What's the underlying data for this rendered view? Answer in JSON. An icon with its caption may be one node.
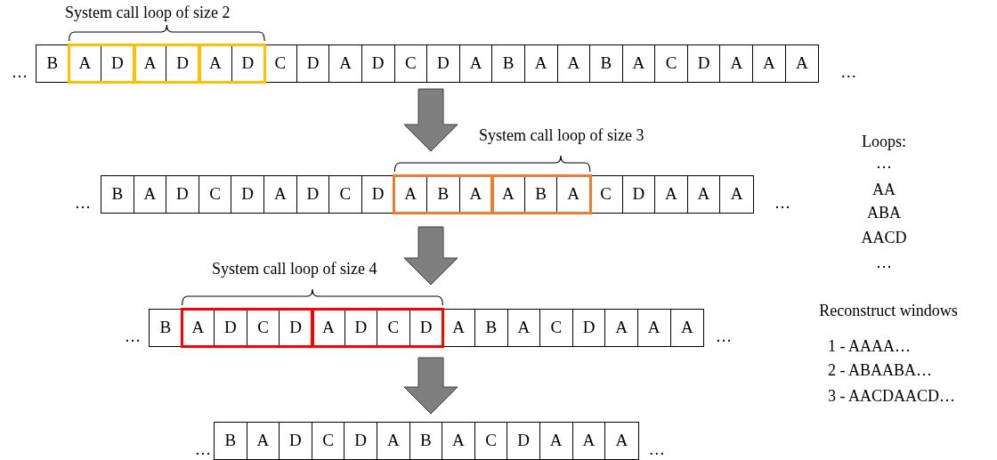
{
  "diagram": {
    "nodes": [
      {
        "text": [],
        "shape": "bar",
        "beside": [
          "…",
          "…"
        ]
      },
      {
        "text": [
          "B"
        ],
        "in": 0
      },
      {
        "text": [],
        "shape": "box",
        "in": 0
      },
      {
        "text": [
          "A"
        ],
        "in": 2
      },
      {
        "text": [
          "D"
        ],
        "in": 2
      },
      {
        "text": [],
        "shape": "box",
        "in": 0
      },
      {
        "text": [
          "A"
        ],
        "in": 5
      },
      {
        "text": [
          "D"
        ],
        "in": 5
      },
      {
        "text": [],
        "shape": "box",
        "in": 0
      },
      {
        "text": [
          "A"
        ],
        "in": 8
      },
      {
        "text": [
          "D"
        ],
        "in": 8
      },
      {
        "text": [
          "C"
        ],
        "in": 0
      },
      {
        "text": [
          "D"
        ],
        "in": 0
      },
      {
        "text": [
          "A"
        ],
        "in": 0
      },
      {
        "text": [
          "D"
        ],
        "in": 0
      },
      {
        "text": [
          "C"
        ],
        "in": 0
      },
      {
        "text": [
          "D"
        ],
        "in": 0
      },
      {
        "text": [
          "A"
        ],
        "in": 0
      },
      {
        "text": [
          "B"
        ],
        "in": 0
      },
      {
        "text": [
          "A"
        ],
        "in": 0
      },
      {
        "text": [
          "A"
        ],
        "in": 0
      },
      {
        "text": [
          "B"
        ],
        "in": 0
      },
      {
        "text": [
          "A"
        ],
        "in": 0
      },
      {
        "text": [
          "C"
        ],
        "in": 0
      },
      {
        "text": [
          "D"
        ],
        "in": 0
      },
      {
        "text": [
          "A"
        ],
        "in": 0
      },
      {
        "text": [
          "A"
        ],
        "in": 0
      },
      {
        "text": [
          "A"
        ],
        "in": 0
      },
      {
        "text": [],
        "shape": "bar",
        "beside": [
          "…",
          "…"
        ]
      },
      {
        "text": [
          "B"
        ],
        "in": 28
      },
      {
        "text": [
          "A"
        ],
        "in": 28
      },
      {
        "text": [
          "D"
        ],
        "in": 28
      },
      {
        "text": [
          "C"
        ],
        "in": 28
      },
      {
        "text": [
          "D"
        ],
        "in": 28
      },
      {
        "text": [
          "A"
        ],
        "in": 28
      },
      {
        "text": [
          "D"
        ],
        "in": 28
      },
      {
        "text": [
          "C"
        ],
        "in": 28
      },
      {
        "text": [
          "D"
        ],
        "in": 28
      },
      {
        "text": [],
        "shape": "box",
        "in": 28
      },
      {
        "text": [
          "A"
        ],
        "in": 38
      },
      {
        "text": [
          "B"
        ],
        "in": 38
      },
      {
        "text": [
          "A"
        ],
        "in": 38
      },
      {
        "text": [],
        "shape": "box",
        "in": 28
      },
      {
        "text": [
          "A"
        ],
        "in": 42
      },
      {
        "text": [
          "B"
        ],
        "in": 42
      },
      {
        "text": [
          "A"
        ],
        "in": 42
      },
      {
        "text": [
          "C"
        ],
        "in": 28
      },
      {
        "text": [
          "D"
        ],
        "in": 28
      },
      {
        "text": [
          "A"
        ],
        "in": 28
      },
      {
        "text": [
          "A"
        ],
        "in": 28
      },
      {
        "text": [
          "A"
        ],
        "in": 28
      },
      {
        "text": [],
        "shape": "bar",
        "beside": [
          "…",
          "…"
        ]
      },
      {
        "text": [
          "B"
        ],
        "in": 51
      },
      {
        "text": [],
        "shape": "box",
        "in": 51
      },
      {
        "text": [
          "A"
        ],
        "in": 53
      },
      {
        "text": [
          "D"
        ],
        "in": 53
      },
      {
        "text": [
          "C"
        ],
        "in": 53
      },
      {
        "text": [
          "D"
        ],
        "in": 53
      },
      {
        "text": [],
        "shape": "box",
        "in": 51
      },
      {
        "text": [
          "A"
        ],
        "in": 58
      },
      {
        "text": [
          "D"
        ],
        "in": 58
      },
      {
        "text": [
          "C"
        ],
        "in": 58
      },
      {
        "text": [
          "D"
        ],
        "in": 58
      },
      {
        "text": [
          "A"
        ],
        "in": 51
      },
      {
        "text": [
          "B"
        ],
        "in": 51
      },
      {
        "text": [
          "A"
        ],
        "in": 51
      },
      {
        "text": [
          "C"
        ],
        "in": 51
      },
      {
        "text": [
          "D"
        ],
        "in": 51
      },
      {
        "text": [
          "A"
        ],
        "in": 51
      },
      {
        "text": [
          "A"
        ],
        "in": 51
      },
      {
        "text": [
          "A"
        ],
        "in": 51
      },
      {
        "text": [],
        "shape": "bar",
        "beside": [
          "…",
          "…"
        ]
      },
      {
        "text": [
          "B"
        ],
        "in": 71
      },
      {
        "text": [
          "A"
        ],
        "in": 71
      },
      {
        "text": [
          "D"
        ],
        "in": 71
      },
      {
        "text": [
          "C"
        ],
        "in": 71
      },
      {
        "text": [
          "D"
        ],
        "in": 71
      },
      {
        "text": [
          "A"
        ],
        "in": 71
      },
      {
        "text": [
          "B"
        ],
        "in": 71
      },
      {
        "text": [
          "A"
        ],
        "in": 71
      },
      {
        "text": [
          "C"
        ],
        "in": 71
      },
      {
        "text": [
          "D"
        ],
        "in": 71
      },
      {
        "text": [
          "A"
        ],
        "in": 71
      },
      {
        "text": [
          "A"
        ],
        "in": 71
      },
      {
        "text": [
          "A"
        ],
        "in": 71
      }
    ],
    "edges": [
      {
        "from": 0,
        "to": 28,
        "arrow": "to",
        "style": "thick"
      },
      {
        "from": 28,
        "to": 51,
        "arrow": "to",
        "style": "thick"
      },
      {
        "from": 51,
        "to": 71,
        "arrow": "to",
        "style": "thick"
      }
    ],
    "labels": [
      "System call loop of size 2",
      "System call loop of size 3",
      "System call loop of size 4",
      "Loops:",
      "…",
      "AA",
      "ABA",
      "AACD",
      "…",
      "Reconstruct windows",
      "1 - AAAA…",
      "2 - ABAABA…",
      "3 - AACDAACD…"
    ]
  }
}
